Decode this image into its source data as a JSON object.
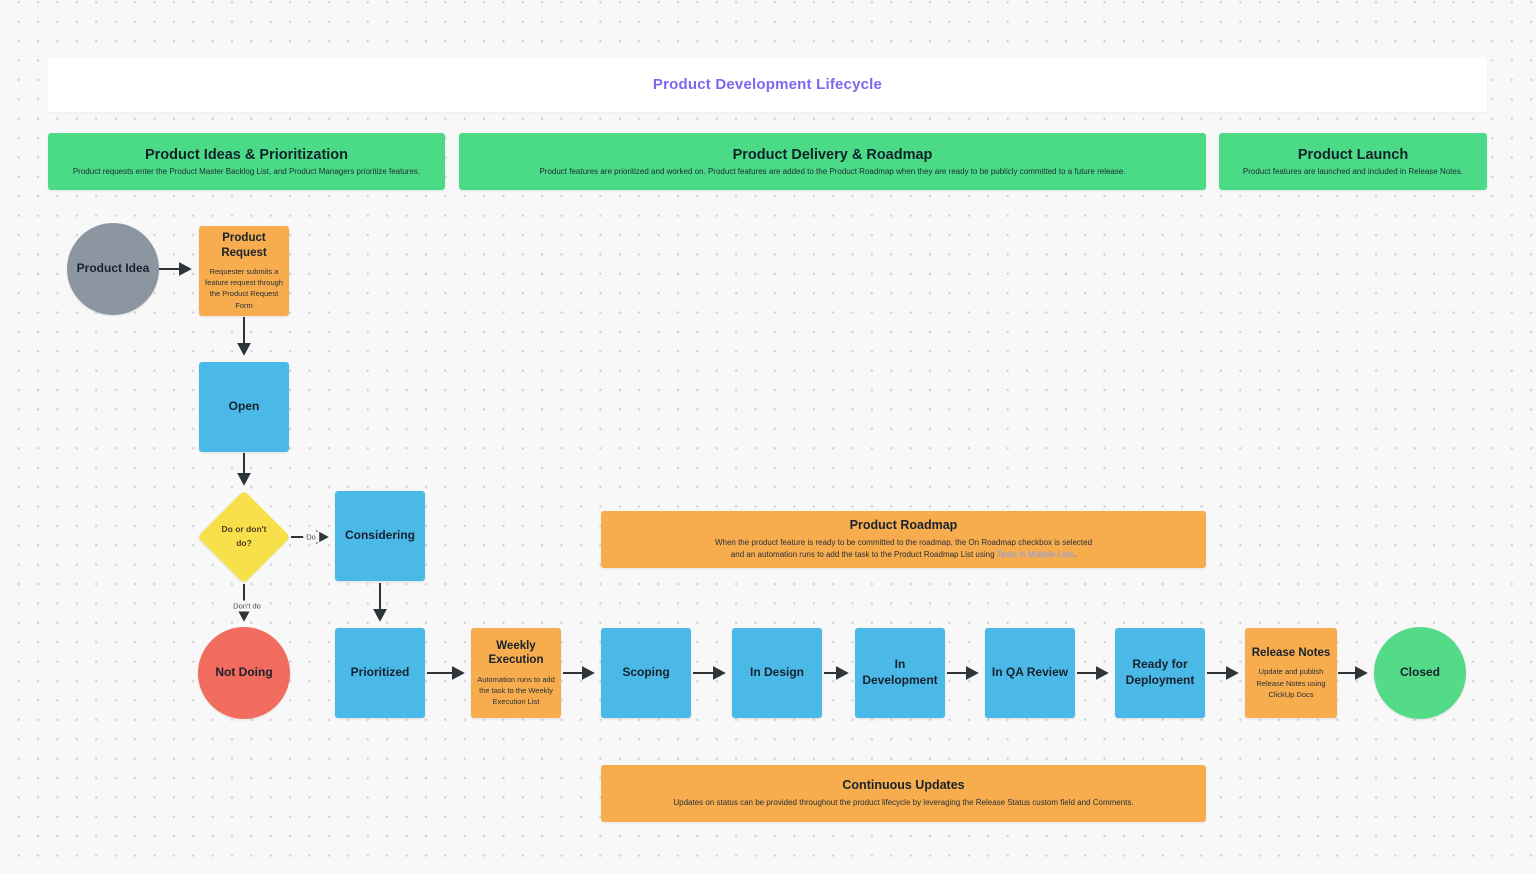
{
  "colors": {
    "canvas_bg": "#f8f8f8",
    "dot": "#d4d4d8",
    "title_bar_bg": "#ffffff",
    "title_text": "#7c68ee",
    "green": "#4bdb86",
    "blue": "#4ab9e8",
    "orange": "#f7ac4e",
    "yellow": "#f8e04b",
    "red": "#f16c5f",
    "gray": "#8c96a1",
    "closed_green": "#53db88",
    "arrow": "#2e3538",
    "link": "#7fa0f5"
  },
  "title": "Product Development Lifecycle",
  "phases": [
    {
      "title": "Product Ideas & Prioritization",
      "description": "Product requests enter the Product Master Backlog List, and Product Managers prioritize features."
    },
    {
      "title": "Product Delivery & Roadmap",
      "description": "Product features are prioritized and worked on. Product features are added to the Product Roadmap when they are ready to be publicly committed to a future release."
    },
    {
      "title": "Product Launch",
      "description": "Product features are launched and included in Release Notes."
    }
  ],
  "nodes": {
    "product_idea": {
      "label": "Product Idea"
    },
    "product_request": {
      "title": "Product Request",
      "description": "Requester submits a feature request through the Product Request Form"
    },
    "open": {
      "label": "Open"
    },
    "decision": {
      "label": "Do or don't do?"
    },
    "considering": {
      "label": "Considering"
    },
    "not_doing": {
      "label": "Not Doing"
    },
    "prioritized": {
      "label": "Prioritized"
    },
    "weekly_execution": {
      "title": "Weekly Execution",
      "description": "Automation runs to add the task to the Weekly Execution List"
    },
    "scoping": {
      "label": "Scoping"
    },
    "in_design": {
      "label": "In Design"
    },
    "in_development": {
      "label": "In Development"
    },
    "in_qa_review": {
      "label": "In QA Review"
    },
    "ready_for_deployment": {
      "label": "Ready for Deployment"
    },
    "release_notes": {
      "title": "Release Notes",
      "description": "Update and publish Release Notes using ClickUp Docs"
    },
    "closed": {
      "label": "Closed"
    }
  },
  "edge_labels": {
    "do": "Do",
    "dont_do": "Don't do"
  },
  "banners": {
    "product_roadmap": {
      "title": "Product Roadmap",
      "line1": "When the product feature is ready to be committed to the roadmap, the On Roadmap checkbox is selected",
      "line2_prefix": "and an automation runs to add the task to the Product Roadmap List using ",
      "link_text": "Tasks in Multiple Lists",
      "line2_suffix": "."
    },
    "continuous_updates": {
      "title": "Continuous Updates",
      "description": "Updates on status can be provided throughout the product lifecycle by leveraging the Release Status custom field and Comments."
    }
  }
}
